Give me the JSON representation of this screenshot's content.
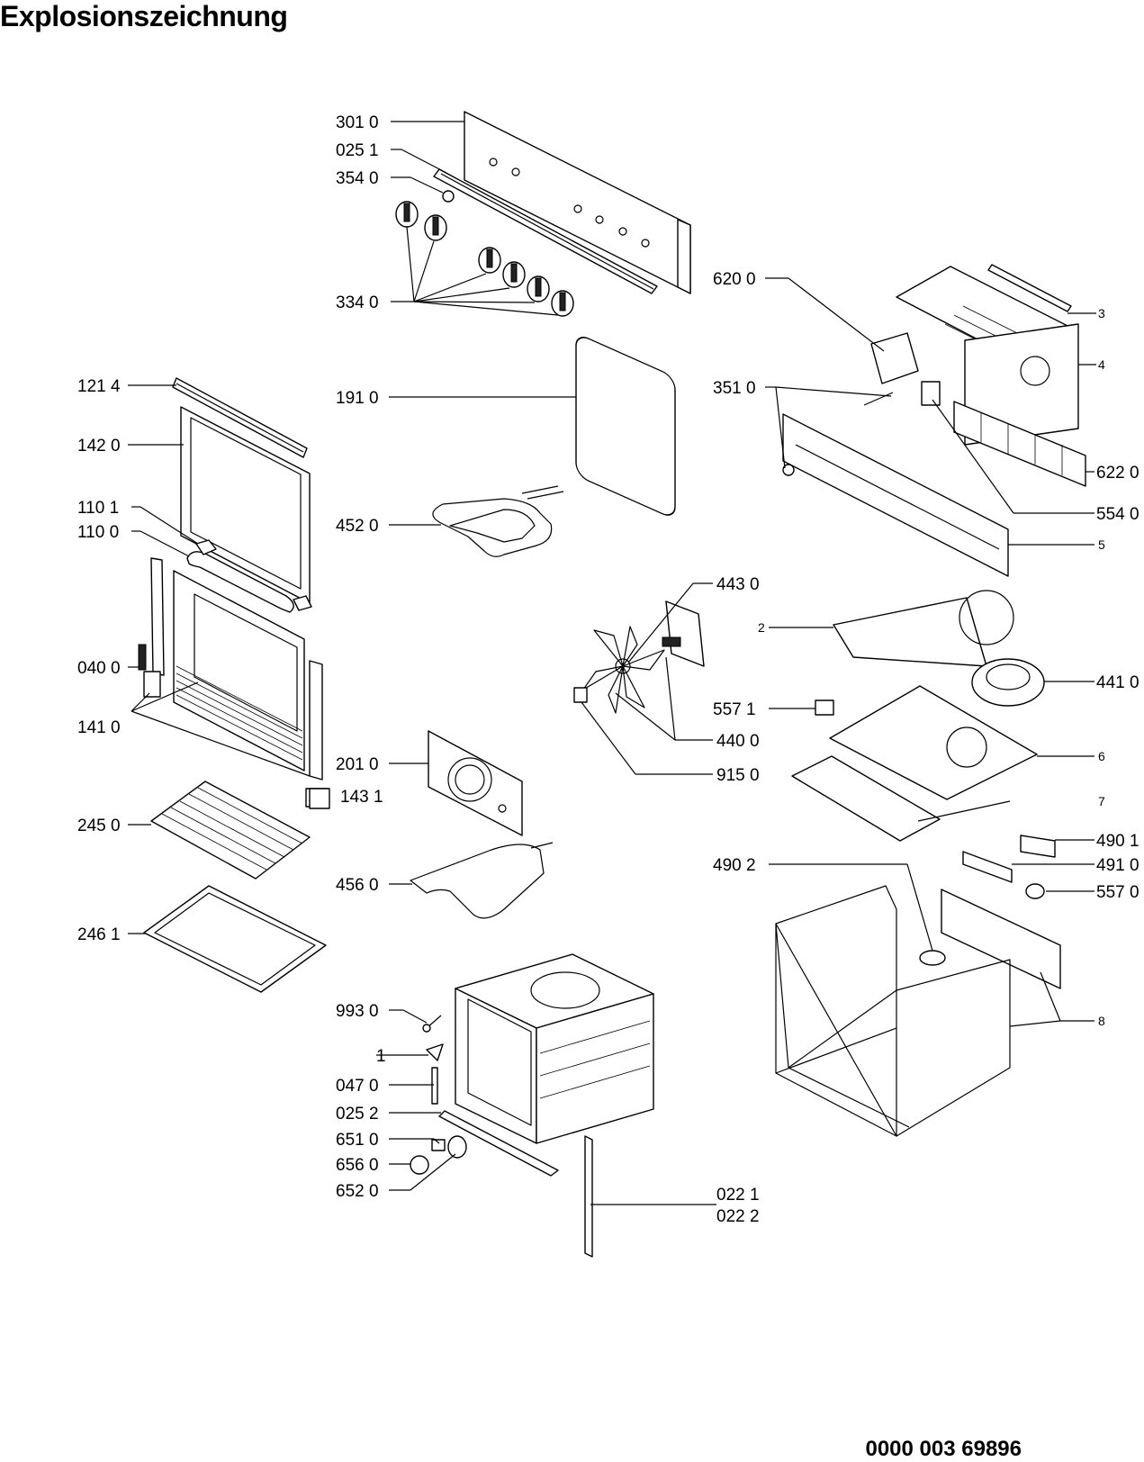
{
  "title": "Explosionszeichnung",
  "document_number": "0000 003 69896",
  "callouts": {
    "c3010": "301 0",
    "c0251": "025 1",
    "c3540": "354 0",
    "c3340": "334 0",
    "c1214": "121 4",
    "c1910": "191 0",
    "c1420": "142 0",
    "c1101": "110 1",
    "c1100": "110 0",
    "c4520": "452 0",
    "c0400": "040 0",
    "c1410": "141 0",
    "c2010": "201 0",
    "c1431": "143 1",
    "c2450": "245 0",
    "c4560": "456 0",
    "c2461": "246 1",
    "c9930": "993 0",
    "c1": "1",
    "c0470": "047 0",
    "c0252": "025 2",
    "c6510": "651 0",
    "c6560": "656 0",
    "c6520": "652 0",
    "c0221": "022 1",
    "c0222": "022 2",
    "c6200": "620 0",
    "c3": "3",
    "c4": "4",
    "c3510": "351 0",
    "c6220": "622 0",
    "c5540": "554 0",
    "c5": "5",
    "c4430": "443 0",
    "c2": "2",
    "c4410": "441 0",
    "c5571": "557 1",
    "c4400": "440 0",
    "c9150": "915 0",
    "c6": "6",
    "c7": "7",
    "c4901": "490 1",
    "c4902": "490 2",
    "c4910": "491 0",
    "c5570": "557 0",
    "c8": "8"
  }
}
